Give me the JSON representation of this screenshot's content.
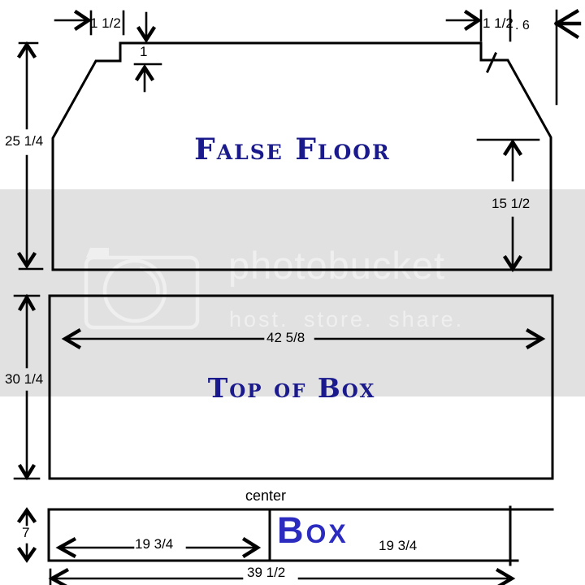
{
  "watermark": {
    "brand": "photobucket",
    "tagline": "host. store. share."
  },
  "false_floor": {
    "title": "False Floor",
    "dim_top_left_width": "1 1/2",
    "dim_notch_depth": "1",
    "dim_top_right_width": "1 1/2",
    "dim_top_right_suffix": ". 6",
    "dim_left_height": "25 1/4",
    "dim_right_height": "15 1/2"
  },
  "top_of_box": {
    "title": "Top of Box",
    "dim_width": "42 5/8",
    "dim_height": "30 1/4"
  },
  "box": {
    "title": "Box",
    "center_label": "center",
    "dim_left_width": "19 3/4",
    "dim_right_width": "19 3/4",
    "dim_height": "7",
    "dim_total_width": "39 1/2"
  },
  "colors": {
    "line": "#000000",
    "title_navy": "#1a1a8c",
    "box_blue": "#2b2bc0",
    "band_grey": "#e1e1e1",
    "watermark_grey": "#efefef"
  }
}
